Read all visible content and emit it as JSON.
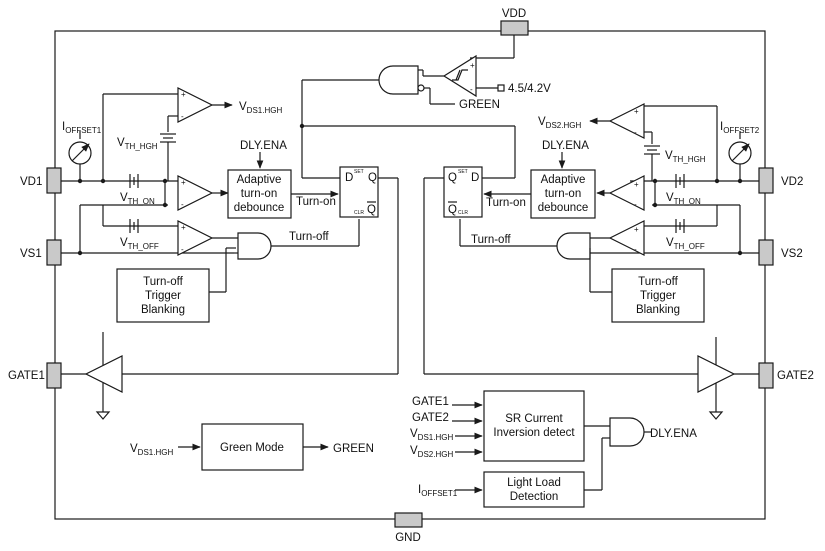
{
  "pins": {
    "vdd": "VDD",
    "gnd": "GND",
    "vd1": "VD1",
    "vs1": "VS1",
    "gate1": "GATE1",
    "vd2": "VD2",
    "vs2": "VS2",
    "gate2": "GATE2"
  },
  "blocks": {
    "debounce1": [
      "Adaptive",
      "turn-on",
      "debounce"
    ],
    "debounce2": [
      "Adaptive",
      "turn-on",
      "debounce"
    ],
    "blanking1": [
      "Turn-off",
      "Trigger",
      "Blanking"
    ],
    "blanking2": [
      "Turn-off",
      "Trigger",
      "Blanking"
    ],
    "green_mode": "Green Mode",
    "sr_detect": [
      "SR Current",
      "Inversion detect"
    ],
    "light_load": [
      "Light Load",
      "Detection"
    ]
  },
  "signals": {
    "dly_ena": "DLY.ENA",
    "turn_on": "Turn-on",
    "turn_off": "Turn-off",
    "green": "GREEN",
    "uvlo": "4.5/4.2V",
    "gate1": "GATE1",
    "gate2": "GATE2"
  },
  "sub": {
    "v": "V",
    "i": "I",
    "ds1_high": "DS1.HGH",
    "ds2_high": "DS2.HGH",
    "th_high": "TH_HGH",
    "th_on": "TH_ON",
    "th_off": "TH_OFF",
    "offset1": "OFFSET1",
    "offset2": "OFFSET2"
  },
  "flipflop": {
    "d": "D",
    "q": "Q",
    "qbar": "Q",
    "set": "SET",
    "clr": "CLR"
  },
  "comparator": {
    "plus": "+",
    "minus": "-"
  }
}
